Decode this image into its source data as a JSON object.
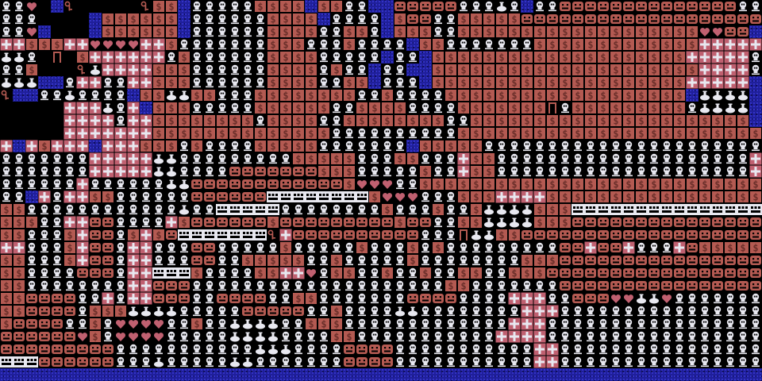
{
  "game": {
    "grid": {
      "cols": 60,
      "rows": 30
    },
    "palette": {
      "background": "#1f1f9a",
      "speckle": "#3535c8",
      "void": "#000000",
      "brick": "#b45a52",
      "brick_dark": "#6b2f2a",
      "white": "#e8e8f0",
      "blue_face": "#3b3bd0",
      "pink": "#c06070",
      "gold": "#c09030"
    },
    "tile_types": {
      ".": "floor",
      "V": "void",
      "$": "dollar-brick-icon",
      "S": "skull-icon",
      "H": "heart-icon",
      "K": "key-icon",
      "M": "monster-face-icon",
      "C": "chest-icon",
      "D": "door-icon",
      "X": "cross-block-icon",
      "B": "barrel-icon",
      "P": "potion-icon",
      "W": "wall-block-icon",
      "E": "exit-icon"
    },
    "map": [
      "SSHV.KVVVVVK$$.SSSSS$$$$.$$SS..MMMMMSSSPS.SSMMMMMMMMMMMMMMSS",
      "SSSVVVV.$$$$$$.SSSSSS$$$$.SSSS.$MMSS$$$$$MMMMMMMMMMMMMMMMMMM",
      "SSH.VVV.$$$$$$.SSSSSS$$$$SS$$S.$$$SS$$$$$$$$$$$$$$$$$$$HHMM",
      "XX$$$XXHHHHXX$SSSSSSS$$$SSS$SSSS.$$SSSSSSS$$$$$$$$$$$$$XXXXX",
      "PPSVDV$XXXXXXS$SSSSSS$$$$SSSSS.SS.$$$$$$$$$$$$$$$$$$$$XXXXXS",
      "SS$VVVKPXXXX$$$SSSSSS$$$$S$SS.SS..$$$$$$$$$$$$$$$$$$$$$XXXXS",
      "PPP..SXXSSXX$$$SSSSSS$$$$SS$$.SSS.$$$$$$$$$$$$$$$$$$$$XXXXX",
      "K..SSPSSSS.$$PP$$SSS$$$$$$$$SS$SSSS$$$$$$$$$$$$$$$$$$$.PPPP",
      "VVVVVXXXPSX.$$$SSSSS$$$$$$SS$$$$SSSS$$$$$$$DS$$$$$$$$$SPPPP",
      "VVVVVXXXXSXX$$$$$$$$S$$$$SS$$$$$$$$SS$$$$$$$$$$$$$$$$$$$$$$",
      "VVVVVXXXXXXX$$$$$$$$$$$$$$SSSSSSSSSS$$$$$$$$$$$$$$$$$$$$$$$$",
      "X.X$XXX.XXX$$$S$SSSS$$$$$SSSSSSS.$$$$$SSSSSSSSSSSSSSSSSSSSSS",
      "SSSSSSSXXXXXPPSSSSSSSSS$$$$$SSS$$SSSX$$SSSSSSSSSSSSSSSSSSSSX",
      "SSSSSSSXXXXXPPSSSSMMMMMMM$$$SSSSS$SSX$$SSSSSSSSSSSSSSSSSSSSX",
      "SSSSSSXSSSSSSPPMMMMMMMMMMMM$HHHSS$$$$$$$$$$$$$$$$$$$$$$$$$$$",
      "SS.XSXX$$SSSSSSMMMMMMWWWWWWWW$HHHSSS$$$XXXX$$$$$$$$$$$$$$$$$",
      "$$SSSSSSSSSSSSPSSWWWWWSSSSSSSS$SSS$SS$PPPP$$$WWWWWWWWWWWWWWWW",
      "$$$SSXXMMSSSSX$MMMMMM$MMMMMMMMM$MMSS$$PPPP$$$MMMMMMMMMMMMMMMM",
      "$$SSS$XMMS$X$MWWWWWWWKXMMMMMMMMMMSSSDPP$$MMMMMMMMMMMMMMMMMMM",
      "XXSSS$XMMSXXSSSMMSSSSS$SSSSS$SSS$S$SSSSSSSSSMMXMMXSSSXM$$$$$",
      "$$SSS$XMMSXXSSSMMSS$$$$$SS$SSSSS$SSSSSSSS$$$MMMMMMMMMMMMMMMM",
      "$$SSSSMMMSXXWWW$SSSS$$XXHS$$SS$SS$SS$$SS$$$MMMMMMMMMMMMMMMMM",
      "$$SSSSSSSSXXMMMSSSSSSSSSSSSSSSSSSSS$$SSSSSSSMMMMMMMMMMMMMMMMM",
      "$$MMMMSSXSXXMMMSSMMMMSS$$SSSSSSSMMMMSSSSXXXSSMMMHHPPHSSSSSSSS",
      "$$MMMMS$$$PPPPSSSSSMMMMMSS$SSSSPPSSSSSSSSXXXSSSSSSSSSSSSSSSSS",
      "$MMMMSS$SHHHHSS$SSPPPPSS$$$SSSSSSSSSSSSSXXXSSSSSSSSSSSSSSSSSS",
      "MMMMMMH$SHHHHSSSSSPPPPSSSS$$SSSSSSSSSSSXXXXSSSSSSSSSSSSSSSSSS",
      "MMMMMMMMMSSSSSSSSSSSPPPSSSSMMMMSSSSSSSSSSSXXSSSSSSSSSSSSSSSSS",
      "WWWMMMMMMSSSPSSSSSPPSSSSSSSMMMMSSSSSSSSSSSXXSSSSSSSSSSSSSSSSS",
      "................................................................"
    ]
  }
}
